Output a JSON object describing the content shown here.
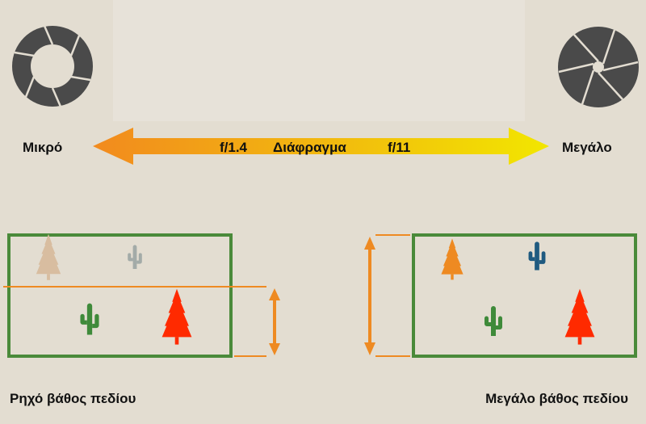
{
  "aperture": {
    "small_label": "Μικρό",
    "large_label": "Μεγάλο",
    "f_small": "f/1.4",
    "title": "Διάφραγμα",
    "f_large": "f/11"
  },
  "panels": {
    "shallow_label": "Ρηχό βάθος πεδίου",
    "deep_label": "Μεγάλο βάθος πεδίου"
  },
  "colors": {
    "background": "#e3ddd1",
    "frame": "#4a8a3a",
    "arrow_start": "#f28a1e",
    "arrow_end": "#f2e600",
    "focus": "#ee8a22",
    "tree_red": "#ff2a00",
    "shutter": "#4a4a4a"
  }
}
